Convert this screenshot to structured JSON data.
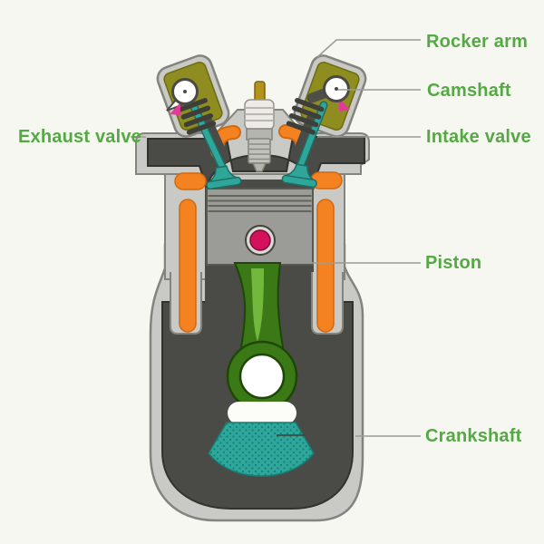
{
  "diagram": {
    "type": "engine-cross-section",
    "labels": [
      {
        "text": "Rocker arm",
        "side": "right"
      },
      {
        "text": "Camshaft",
        "side": "right"
      },
      {
        "text": "Intake valve",
        "side": "right"
      },
      {
        "text": "Exhaust valve",
        "side": "left"
      },
      {
        "text": "Piston",
        "side": "right"
      },
      {
        "text": "Crankshaft",
        "side": "right"
      }
    ],
    "colors": {
      "background": "#f7f7f2",
      "label_green": "#55a944",
      "leader_gray": "#9c9c96",
      "engine_light_gray": "#c9c9c5",
      "engine_dark_gray": "#4a4a46",
      "coolant_orange": "#f58220",
      "valve_teal": "#2ea79a",
      "rod_green_dark": "#3b7916",
      "rod_green_light": "#72b83d",
      "wrist_pin_red": "#d4115c",
      "rocker_box_olive": "#8f8c20",
      "cam_lobe_pink": "#e23a97",
      "spark_plug_terminal": "#b2931d"
    }
  }
}
